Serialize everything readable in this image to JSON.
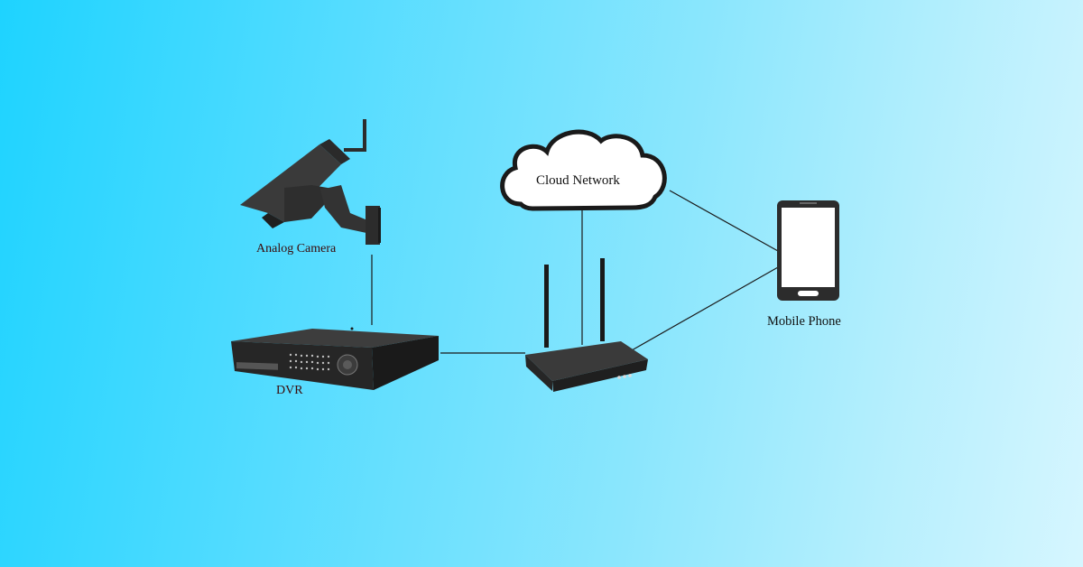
{
  "background": {
    "gradient_start": "#1ed3ff",
    "gradient_end": "#d6f6ff"
  },
  "colors": {
    "device_fill": "#2c2c2c",
    "device_dark": "#1a1a1a",
    "cloud_fill": "#ffffff",
    "cloud_stroke": "#1a1a1a",
    "link_stroke": "#1a1a1a"
  },
  "nodes": {
    "analog_camera": {
      "label": "Analog Camera",
      "icon": "cctv-camera-icon"
    },
    "dvr": {
      "label": "DVR",
      "icon": "dvr-recorder-icon"
    },
    "cloud": {
      "label": "Cloud Network",
      "icon": "cloud-icon"
    },
    "router": {
      "icon": "wifi-router-icon"
    },
    "phone": {
      "label": "Mobile Phone",
      "icon": "smartphone-icon"
    }
  },
  "connections": [
    {
      "from": "Analog Camera",
      "to": "DVR"
    },
    {
      "from": "DVR",
      "to": "Router"
    },
    {
      "from": "Router",
      "to": "Cloud Network"
    },
    {
      "from": "Cloud Network",
      "to": "Mobile Phone"
    },
    {
      "from": "Router",
      "to": "Mobile Phone"
    }
  ]
}
